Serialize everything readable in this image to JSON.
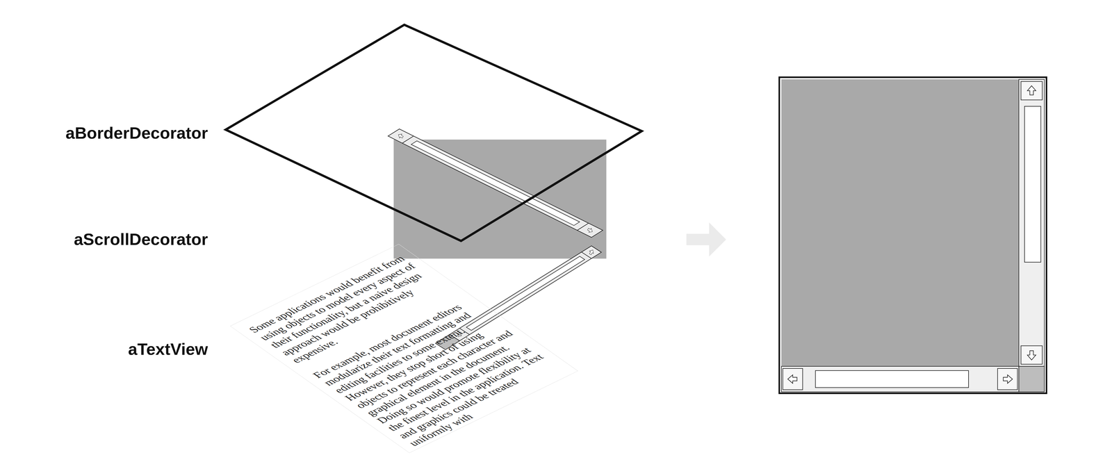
{
  "diagram": {
    "labels": [
      "aBorderDecorator",
      "aScrollDecorator",
      "aTextView",
      "Some applications would benefit from using objects to model every aspect of their functionality, but a naive design approach would be prohibitively expensive.",
      "For example, most document editors modularize their text formatting and editing facilities to some extent. However, they stop short of using objects to represent each character and graphical element in the document. Doing so would promote flexibility at the finest level in the application. Text and graphics could be treated uniformly with"
    ]
  }
}
